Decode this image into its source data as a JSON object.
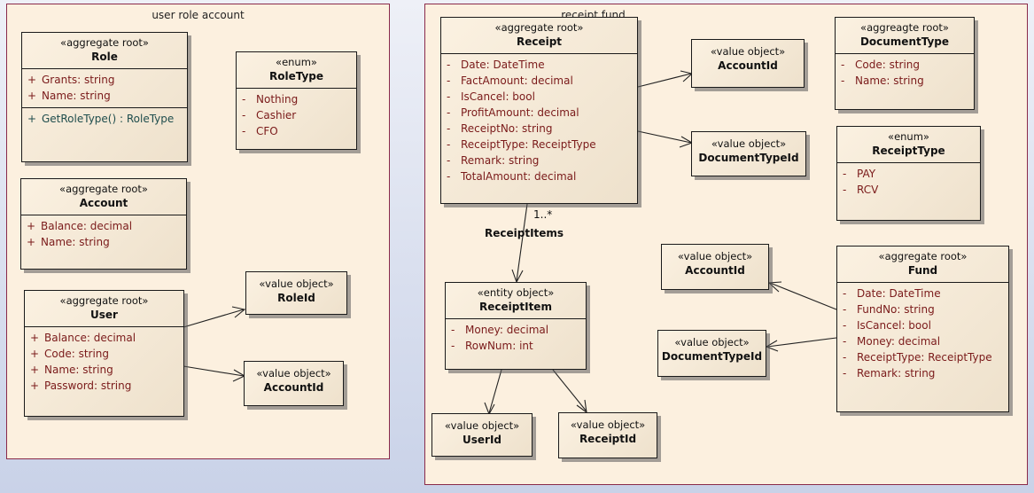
{
  "packages": {
    "left": {
      "title": "user role account"
    },
    "right": {
      "title": "receipt fund"
    }
  },
  "role": {
    "stereotype": "«aggregate root»",
    "name": "Role",
    "attrs": [
      {
        "vis": "+",
        "text": "Grants:  string"
      },
      {
        "vis": "+",
        "text": "Name:  string"
      }
    ],
    "ops": [
      {
        "vis": "+",
        "text": "GetRoleType() : RoleType"
      }
    ]
  },
  "roleType": {
    "stereotype": "«enum»",
    "name": "RoleType",
    "attrs": [
      {
        "vis": "-",
        "text": "Nothing"
      },
      {
        "vis": "-",
        "text": "Cashier"
      },
      {
        "vis": "-",
        "text": "CFO"
      }
    ]
  },
  "account": {
    "stereotype": "«aggregate root»",
    "name": "Account",
    "attrs": [
      {
        "vis": "+",
        "text": "Balance:  decimal"
      },
      {
        "vis": "+",
        "text": "Name:  string"
      }
    ]
  },
  "user": {
    "stereotype": "«aggregate root»",
    "name": "User",
    "attrs": [
      {
        "vis": "+",
        "text": "Balance:  decimal"
      },
      {
        "vis": "+",
        "text": "Code:  string"
      },
      {
        "vis": "+",
        "text": "Name:  string"
      },
      {
        "vis": "+",
        "text": "Password:  string"
      }
    ]
  },
  "roleId": {
    "stereotype": "«value object»",
    "name": "RoleId"
  },
  "userAccountId": {
    "stereotype": "«value object»",
    "name": "AccountId"
  },
  "receipt": {
    "stereotype": "«aggregate root»",
    "name": "Receipt",
    "attrs": [
      {
        "vis": "-",
        "text": "Date:  DateTime"
      },
      {
        "vis": "-",
        "text": "FactAmount:  decimal"
      },
      {
        "vis": "-",
        "text": "IsCancel:  bool"
      },
      {
        "vis": "-",
        "text": "ProfitAmount:  decimal"
      },
      {
        "vis": "-",
        "text": "ReceiptNo:  string"
      },
      {
        "vis": "-",
        "text": "ReceiptType:  ReceiptType"
      },
      {
        "vis": "-",
        "text": "Remark:  string"
      },
      {
        "vis": "-",
        "text": "TotalAmount:  decimal"
      }
    ]
  },
  "receiptAccountId": {
    "stereotype": "«value object»",
    "name": "AccountId"
  },
  "receiptDocTypeId": {
    "stereotype": "«value object»",
    "name": "DocumentTypeId"
  },
  "documentType": {
    "stereotype": "«aggreagte root»",
    "name": "DocumentType",
    "attrs": [
      {
        "vis": "-",
        "text": "Code:  string"
      },
      {
        "vis": "-",
        "text": "Name:  string"
      }
    ]
  },
  "receiptTypeEnum": {
    "stereotype": "«enum»",
    "name": "ReceiptType",
    "attrs": [
      {
        "vis": "-",
        "text": "PAY"
      },
      {
        "vis": "-",
        "text": "RCV"
      }
    ]
  },
  "receiptItem": {
    "stereotype": "«entity object»",
    "name": "ReceiptItem",
    "attrs": [
      {
        "vis": "-",
        "text": "Money:  decimal"
      },
      {
        "vis": "-",
        "text": "RowNum:  int"
      }
    ]
  },
  "userId": {
    "stereotype": "«value object»",
    "name": "UserId"
  },
  "receiptId": {
    "stereotype": "«value object»",
    "name": "ReceiptId"
  },
  "fundAccountId": {
    "stereotype": "«value object»",
    "name": "AccountId"
  },
  "fundDocTypeId": {
    "stereotype": "«value object»",
    "name": "DocumentTypeId"
  },
  "fund": {
    "stereotype": "«aggregate root»",
    "name": "Fund",
    "attrs": [
      {
        "vis": "-",
        "text": "Date:  DateTime"
      },
      {
        "vis": "-",
        "text": "FundNo:  string"
      },
      {
        "vis": "-",
        "text": "IsCancel:  bool"
      },
      {
        "vis": "-",
        "text": "Money:  decimal"
      },
      {
        "vis": "-",
        "text": "ReceiptType:  ReceiptType"
      },
      {
        "vis": "-",
        "text": "Remark:  string"
      }
    ]
  },
  "association": {
    "role": "ReceiptItems",
    "multiplicity": "1..*"
  }
}
